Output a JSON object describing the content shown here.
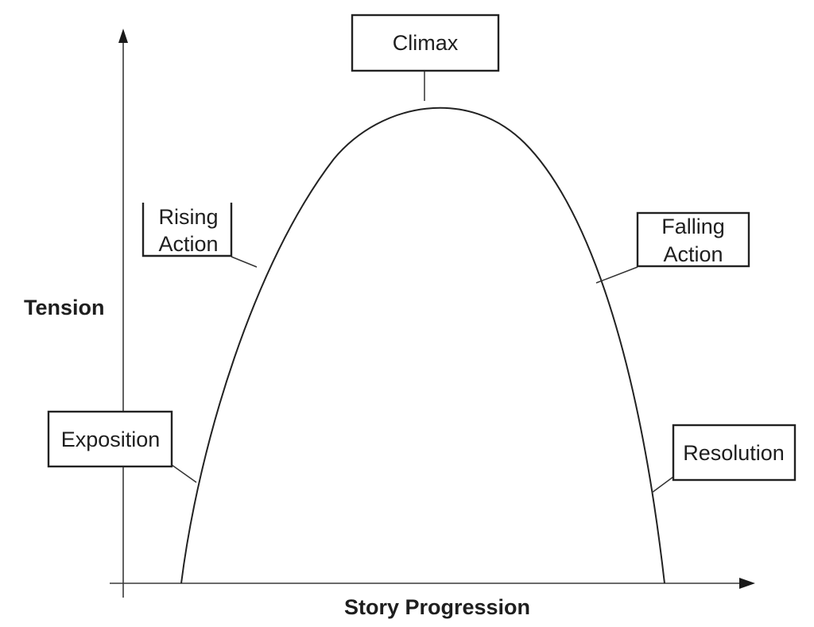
{
  "diagram": {
    "axes": {
      "y_label": "Tension",
      "x_label": "Story Progression"
    },
    "stages": {
      "exposition": "Exposition",
      "rising_action": [
        "Rising",
        "Action"
      ],
      "climax": "Climax",
      "falling_action": [
        "Falling",
        "Action"
      ],
      "resolution": "Resolution"
    },
    "colors": {
      "line": "#222222",
      "axis": "#3a3a3a",
      "background": "#ffffff"
    }
  }
}
